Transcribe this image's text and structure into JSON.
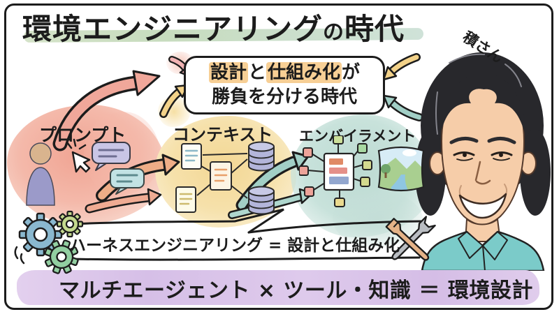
{
  "palette": {
    "ink": "#1c1c1c",
    "title-highlight": "#cbdfc6",
    "callout-highlight": "#f7cf95",
    "pink-cloud": "#f2ae9f",
    "yellow-cloud": "#f5dc9d",
    "teal-cloud": "#c2ded7",
    "purple-banner": "#d9c3e8",
    "arrow-pink": "#f0a79a",
    "arrow-yellow": "#f3d289",
    "arrow-teal": "#a2cfc6",
    "arrow-orange": "#eead87",
    "gear-blue": "#8ab8cf",
    "gear-green": "#92cfa1",
    "gear-lime": "#c4d98e",
    "wrench-gray": "#b9bdc2",
    "wrench-tan": "#e4b287",
    "shirt-teal": "#7bcbc9",
    "skin": "#f6cda9",
    "hair": "#28282c"
  },
  "header": {
    "title_part1": "環境エンジニアリング",
    "title_part2": "の",
    "title_part3": "時代",
    "person_label": "積さん"
  },
  "callout": {
    "seg_design": "設計",
    "seg_to": "と",
    "seg_mechanism": "仕組み化",
    "seg_ga": "が",
    "line2": "勝負を分ける時代"
  },
  "clouds": {
    "prompt": {
      "label": "プロンプト"
    },
    "context": {
      "label": "コンテキスト"
    },
    "environment": {
      "label": "エンバイラメント"
    }
  },
  "formula": {
    "text": "ハーネスエンジニアリング = 設計と仕組み化"
  },
  "bottom_banner": {
    "text": "マルチエージェント × ツール・知識 ＝ 環境設計"
  }
}
